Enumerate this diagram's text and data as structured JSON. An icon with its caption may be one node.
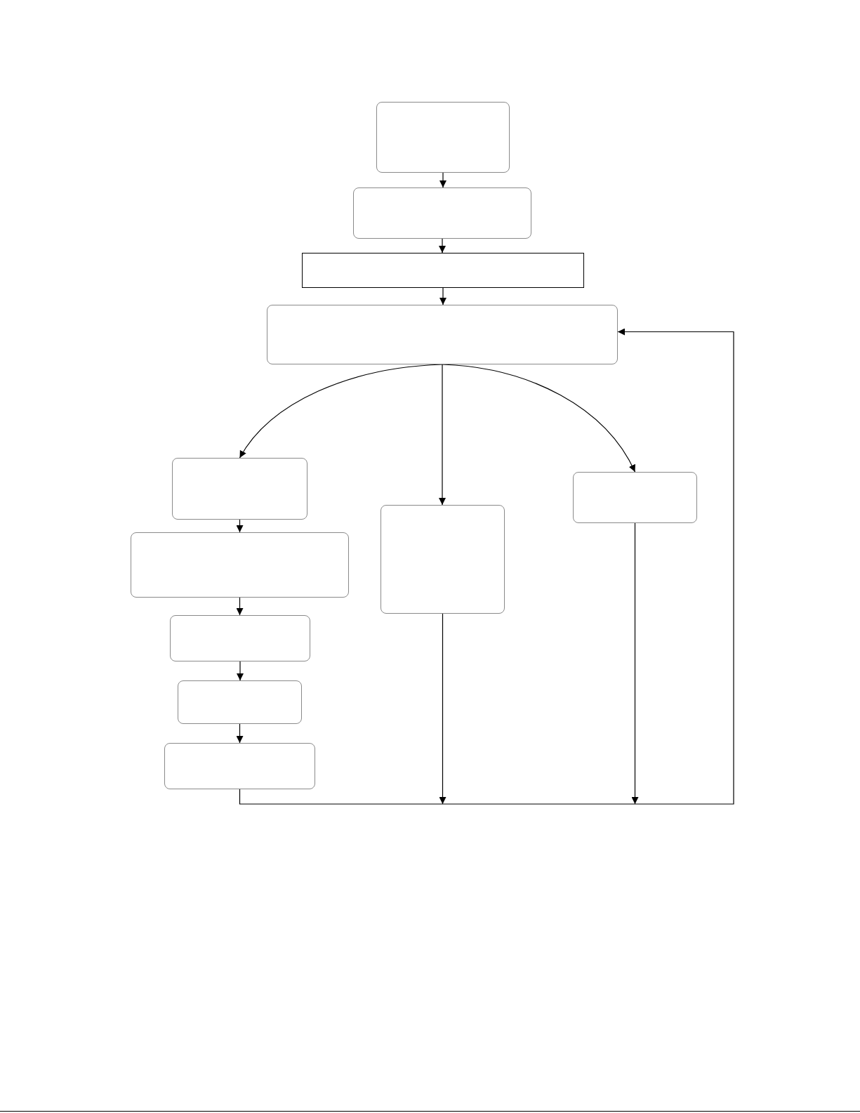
{
  "diagram": {
    "nodes": [
      {
        "text": [],
        "shape": "box"
      },
      {
        "text": [],
        "shape": "box"
      },
      {
        "text": [],
        "shape": "box"
      },
      {
        "text": [],
        "shape": "box"
      },
      {
        "text": [],
        "shape": "box"
      },
      {
        "text": [],
        "shape": "box"
      },
      {
        "text": [],
        "shape": "box"
      },
      {
        "text": [],
        "shape": "box"
      },
      {
        "text": [],
        "shape": "box"
      },
      {
        "text": [],
        "shape": "box"
      },
      {
        "text": [],
        "shape": "box"
      }
    ],
    "edges": [
      {
        "from": 0,
        "to": 1,
        "arrow": "to"
      },
      {
        "from": 1,
        "to": 2,
        "arrow": "to"
      },
      {
        "from": 2,
        "to": 3,
        "arrow": "to"
      },
      {
        "from": 3,
        "to": 4,
        "arrow": "to"
      },
      {
        "from": 3,
        "to": 5,
        "arrow": "to"
      },
      {
        "from": 3,
        "to": 6,
        "arrow": "to"
      },
      {
        "from": 4,
        "to": 7,
        "arrow": "to"
      },
      {
        "from": 7,
        "to": 8,
        "arrow": "to"
      },
      {
        "from": 8,
        "to": 9,
        "arrow": "to"
      },
      {
        "from": 9,
        "to": 10,
        "arrow": "to"
      },
      {
        "from": 10,
        "to": 3,
        "arrow": "to"
      },
      {
        "from": 5,
        "to": null,
        "arrow": "to"
      },
      {
        "from": 6,
        "to": null,
        "arrow": "to"
      }
    ]
  }
}
